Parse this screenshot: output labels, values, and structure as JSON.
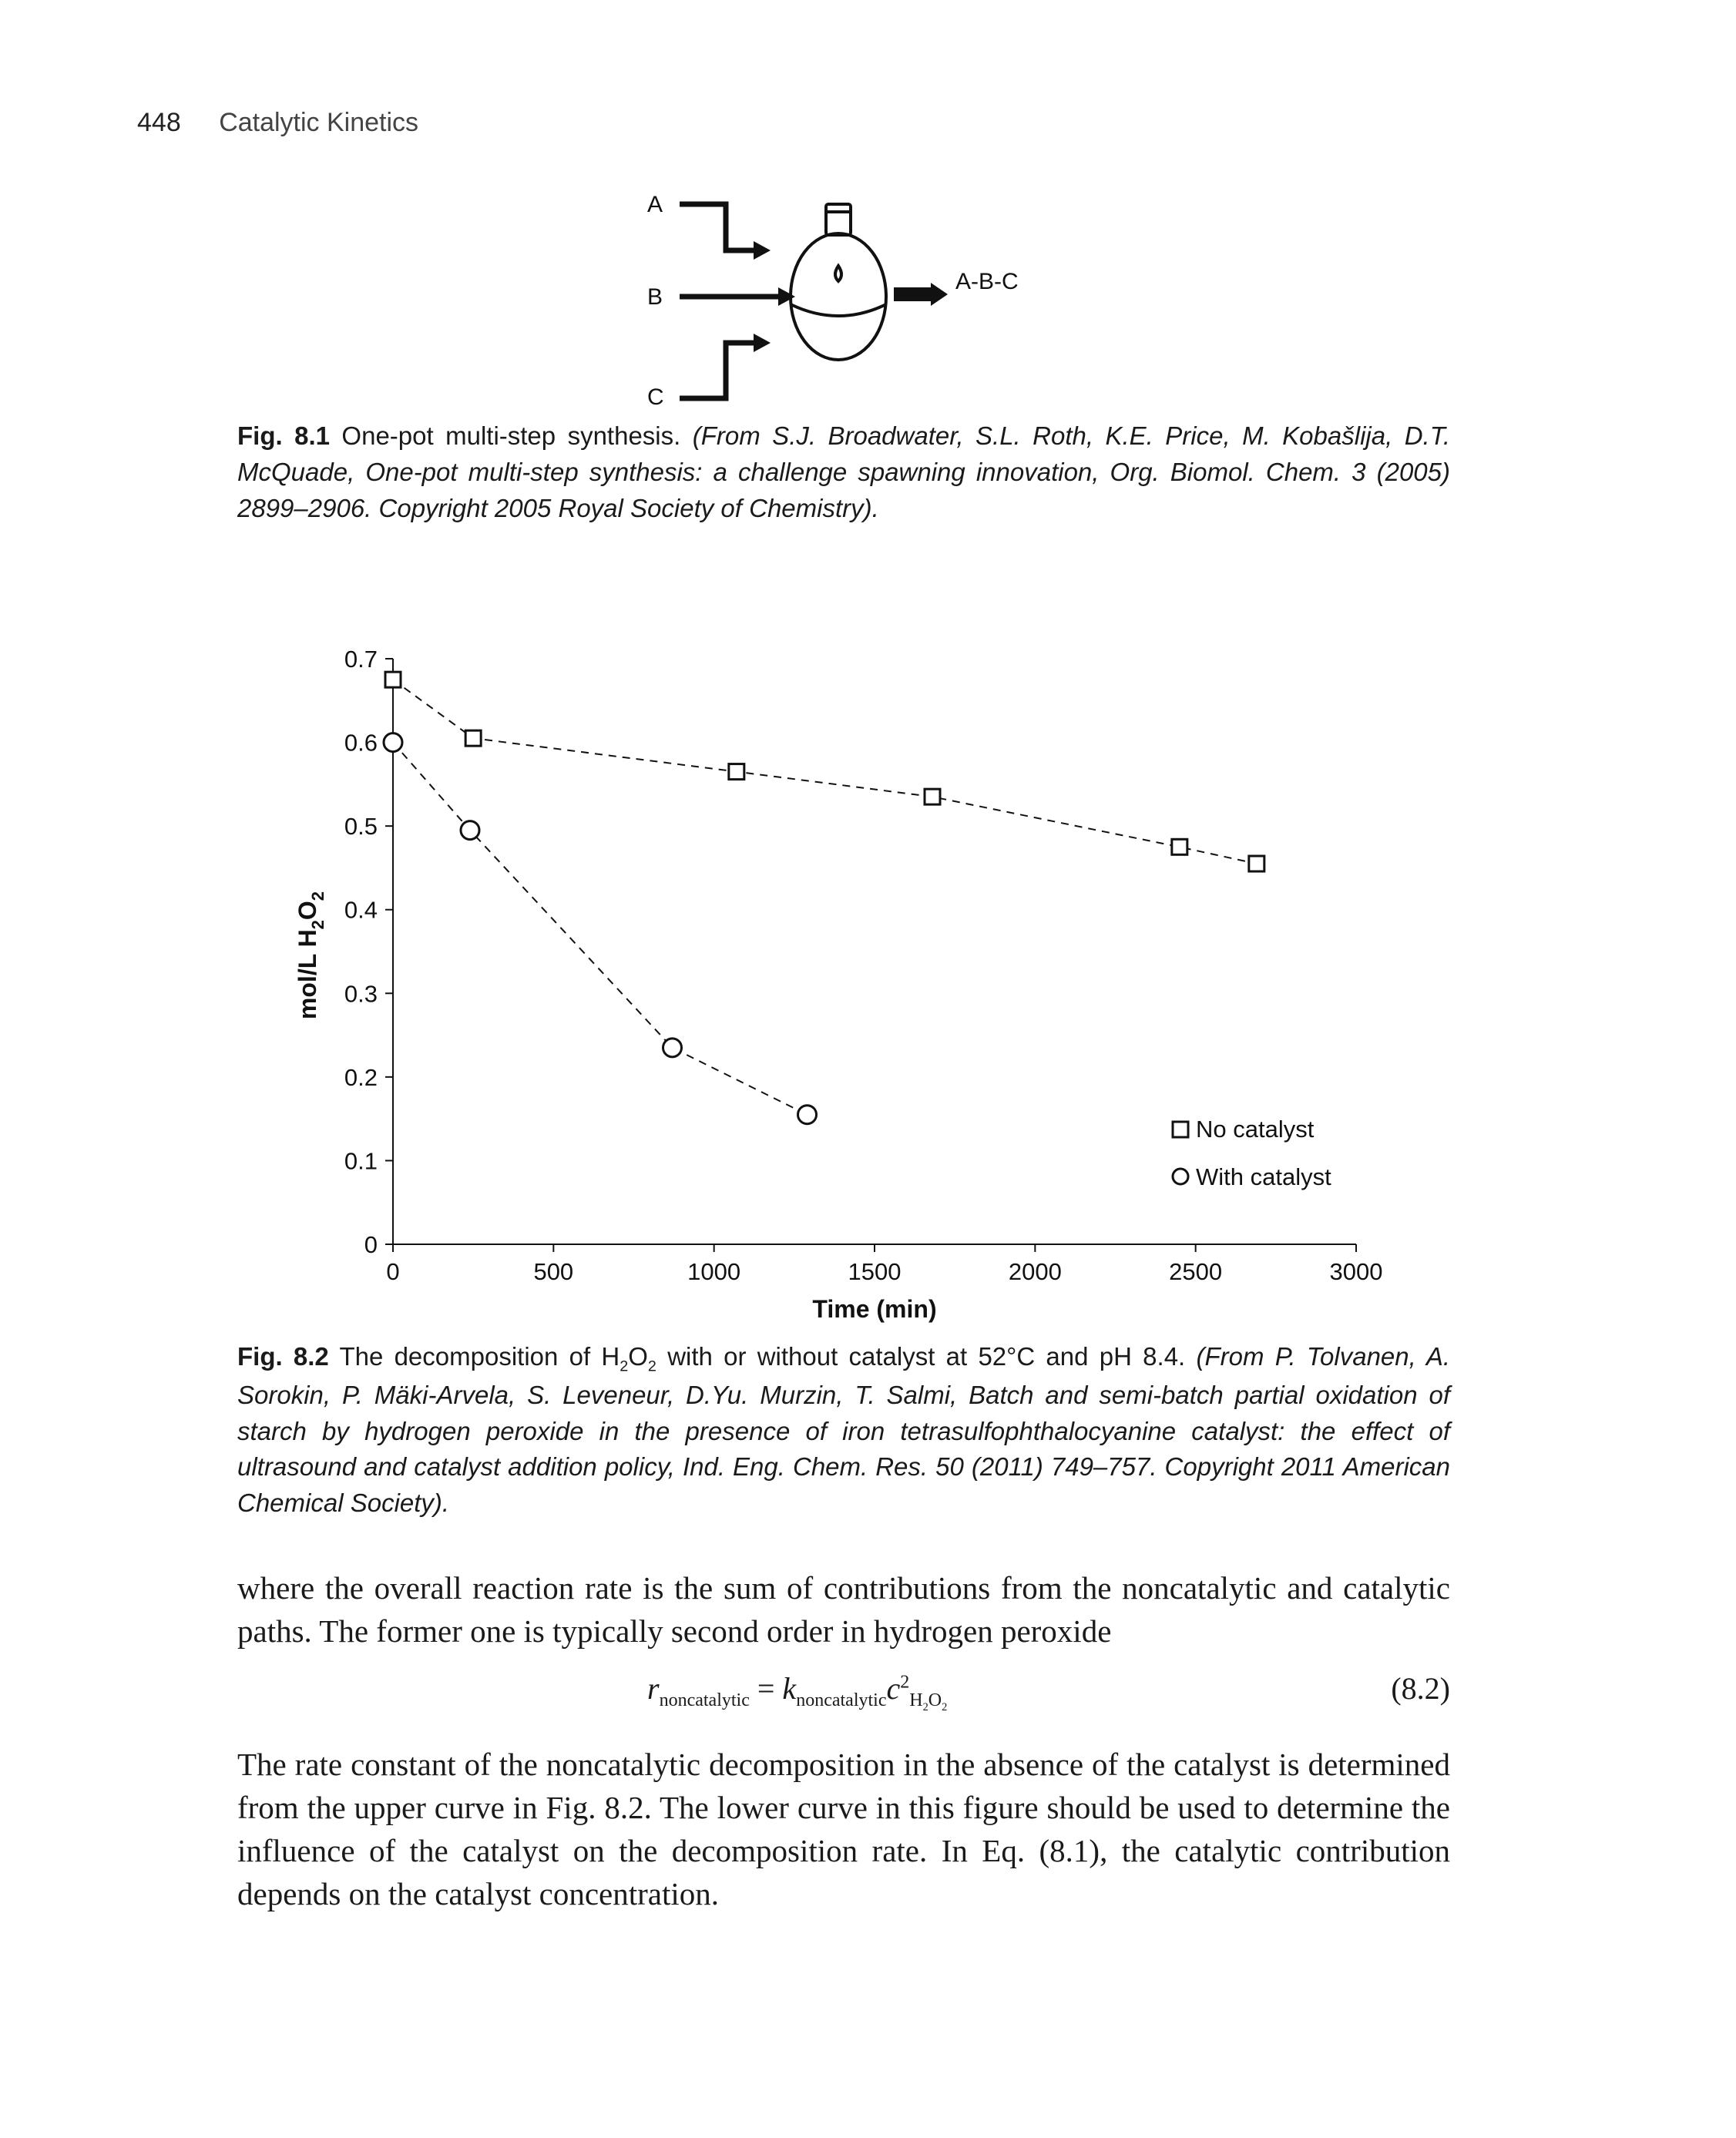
{
  "header": {
    "page_number": "448",
    "running_title": "Catalytic Kinetics"
  },
  "figure1": {
    "inputs": [
      "A",
      "B",
      "C"
    ],
    "product": "A-B-C",
    "caption_label": "Fig. 8.1",
    "caption_text": "One-pot multi-step synthesis.",
    "caption_source": "(From S.J. Broadwater, S.L. Roth, K.E. Price, M. Kobašlija, D.T. McQuade, One-pot multi-step synthesis: a challenge spawning innovation, Org. Biomol. Chem. 3 (2005) 2899–2906. Copyright 2005 Royal Society of Chemistry)."
  },
  "figure2": {
    "caption_label": "Fig. 8.2",
    "caption_text_pre": "The decomposition of H",
    "caption_text_mid": "O",
    "caption_text_post": " with or without catalyst at 52°C and pH 8.4.",
    "caption_sub": "2",
    "caption_source": "(From P. Tolvanen, A. Sorokin, P. Mäki-Arvela, S. Leveneur, D.Yu. Murzin, T. Salmi, Batch and semi-batch partial oxidation of starch by hydrogen peroxide in the presence of iron tetrasulfophthalocyanine catalyst: the effect of ultrasound and catalyst addition policy, Ind. Eng. Chem. Res. 50 (2011) 749–757. Copyright 2011 American Chemical Society)."
  },
  "chart_data": {
    "type": "scatter",
    "xlabel": "Time (min)",
    "ylabel_main": "mol/L H",
    "ylabel_sub1": "2",
    "ylabel_o": "O",
    "ylabel_sub2": "2",
    "xlim": [
      0,
      3000
    ],
    "ylim": [
      0,
      0.7
    ],
    "xticks": [
      0,
      500,
      1000,
      1500,
      2000,
      2500,
      3000
    ],
    "yticks": [
      0,
      0.1,
      0.2,
      0.3,
      0.4,
      0.5,
      0.6,
      0.7
    ],
    "ytick_labels": [
      "0",
      "0.1",
      "0.2",
      "0.3",
      "0.4",
      "0.5",
      "0.6",
      "0.7"
    ],
    "grid": false,
    "legend_position": "bottom-right",
    "series": [
      {
        "name": "No catalyst",
        "marker": "square",
        "x": [
          0,
          250,
          1070,
          1680,
          2450,
          2690
        ],
        "y": [
          0.675,
          0.605,
          0.565,
          0.535,
          0.475,
          0.455
        ]
      },
      {
        "name": "With catalyst",
        "marker": "circle",
        "x": [
          0,
          240,
          870,
          1290
        ],
        "y": [
          0.6,
          0.495,
          0.235,
          0.155
        ]
      }
    ]
  },
  "body": {
    "para1": "where the overall reaction rate is the sum of contributions from the noncatalytic and catalytic paths. The former one is typically second order in hydrogen peroxide",
    "equation": {
      "r": "r",
      "r_sub": "noncatalytic",
      "equals": " = ",
      "k": "k",
      "k_sub": "noncatalytic",
      "c": "c",
      "c_sub": "H2O2",
      "c_sup": "2",
      "number": "(8.2)"
    },
    "para2": "The rate constant of the noncatalytic decomposition in the absence of the catalyst is determined from the upper curve in Fig. 8.2. The lower curve in this figure should be used to determine the influence of the catalyst on the decomposition rate. In Eq. (8.1), the catalytic contribution depends on the catalyst concentration."
  }
}
